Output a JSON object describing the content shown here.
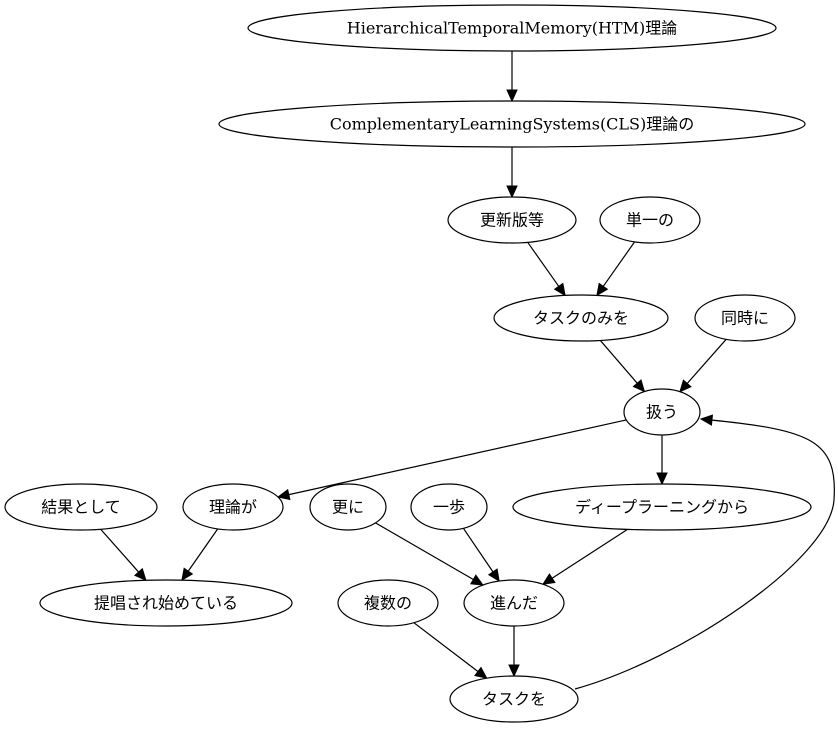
{
  "graph": {
    "nodes": [
      {
        "id": "htm",
        "label": "HierarchicalTemporalMemory(HTM)理論"
      },
      {
        "id": "cls",
        "label": "ComplementaryLearningSystems(CLS)理論の"
      },
      {
        "id": "update",
        "label": "更新版等"
      },
      {
        "id": "single",
        "label": "単一の"
      },
      {
        "id": "taskonly",
        "label": "タスクのみを"
      },
      {
        "id": "simul",
        "label": "同時に"
      },
      {
        "id": "handle",
        "label": "扱う"
      },
      {
        "id": "result",
        "label": "結果として"
      },
      {
        "id": "theory",
        "label": "理論が"
      },
      {
        "id": "further",
        "label": "更に"
      },
      {
        "id": "step",
        "label": "一歩"
      },
      {
        "id": "deeplearning",
        "label": "ディープラーニングから"
      },
      {
        "id": "proposed",
        "label": "提唱され始めている"
      },
      {
        "id": "multiple",
        "label": "複数の"
      },
      {
        "id": "advanced",
        "label": "進んだ"
      },
      {
        "id": "tasks",
        "label": "タスクを"
      }
    ],
    "edges": [
      {
        "from": "htm",
        "to": "cls"
      },
      {
        "from": "cls",
        "to": "update"
      },
      {
        "from": "update",
        "to": "taskonly"
      },
      {
        "from": "single",
        "to": "taskonly"
      },
      {
        "from": "taskonly",
        "to": "handle"
      },
      {
        "from": "simul",
        "to": "handle"
      },
      {
        "from": "handle",
        "to": "theory"
      },
      {
        "from": "handle",
        "to": "deeplearning"
      },
      {
        "from": "result",
        "to": "proposed"
      },
      {
        "from": "theory",
        "to": "proposed"
      },
      {
        "from": "further",
        "to": "advanced"
      },
      {
        "from": "step",
        "to": "advanced"
      },
      {
        "from": "deeplearning",
        "to": "advanced"
      },
      {
        "from": "multiple",
        "to": "tasks"
      },
      {
        "from": "advanced",
        "to": "tasks"
      },
      {
        "from": "tasks",
        "to": "handle"
      }
    ]
  }
}
